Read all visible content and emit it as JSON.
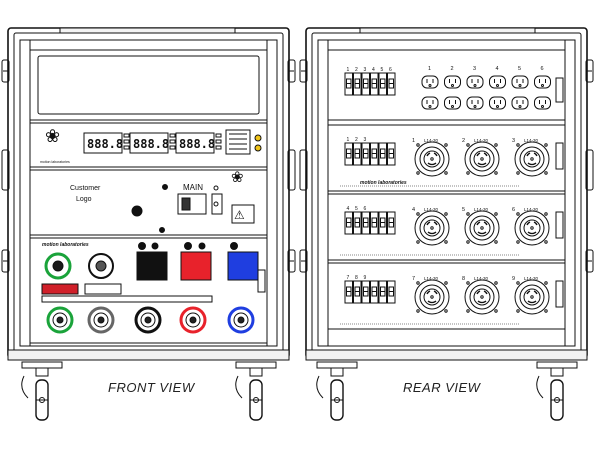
{
  "views": {
    "front_label": "FRONT VIEW",
    "rear_label": "REAR  VIEW"
  },
  "front": {
    "customer_logo": [
      "Customer",
      "Logo"
    ],
    "main_label": "MAIN",
    "brand_text": "motion laboratories",
    "meter_readouts": [
      "888.8",
      "888.8",
      "888.8"
    ]
  },
  "rear": {
    "brand_text": "motion laboratories",
    "receptacle_numbers": [
      "1",
      "2",
      "3",
      "4",
      "5",
      "6"
    ],
    "breaker_numbers_top": [
      "1",
      "2",
      "3",
      "4",
      "5",
      "6"
    ],
    "panel2_breakers": [
      "1",
      "2",
      "3"
    ],
    "panel3_breakers": [
      "4",
      "5",
      "6"
    ],
    "panel4_breakers": [
      "7",
      "8",
      "9"
    ],
    "twistlock_labels_p2": [
      "1",
      "2",
      "3"
    ],
    "twistlock_labels_p3": [
      "4",
      "5",
      "6"
    ],
    "twistlock_labels_p4": [
      "7",
      "8",
      "9"
    ],
    "twistlock_tag": "L14-30"
  },
  "colors": {
    "line": "#111111",
    "red_connector": "#e8222b",
    "blue_connector": "#1f3ee0",
    "green_ring": "#1aa33a",
    "black_connector": "#111111",
    "warning_red": "#d0202a",
    "yellow_led": "#f0c419"
  }
}
